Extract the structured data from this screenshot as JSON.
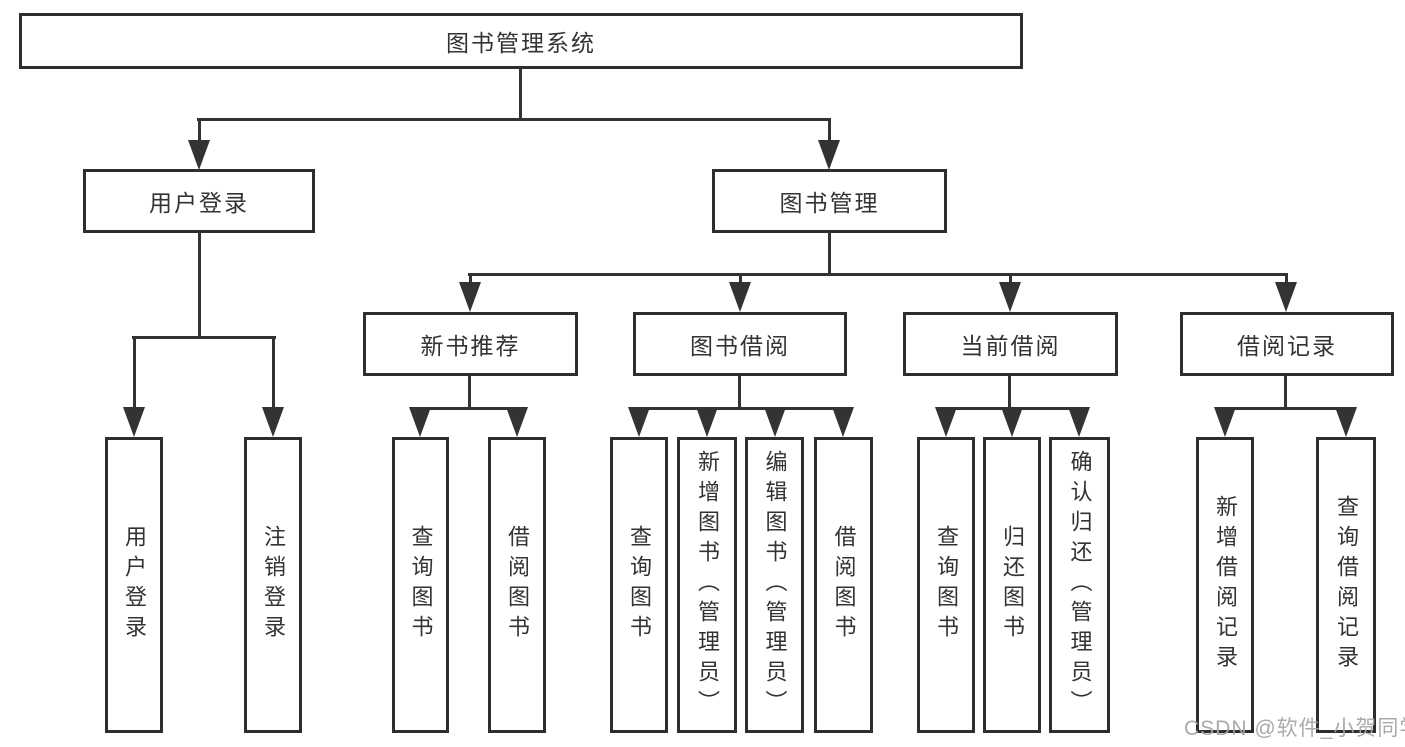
{
  "diagram_title": "图书管理系统",
  "tree": {
    "label": "图书管理系统",
    "children": [
      {
        "label": "用户登录",
        "children": [
          {
            "label": "用户登录"
          },
          {
            "label": "注销登录"
          }
        ]
      },
      {
        "label": "图书管理",
        "children": [
          {
            "label": "新书推荐",
            "children": [
              {
                "label": "查询图书"
              },
              {
                "label": "借阅图书"
              }
            ]
          },
          {
            "label": "图书借阅",
            "children": [
              {
                "label": "查询图书"
              },
              {
                "label": "新增图书（管理员）"
              },
              {
                "label": "编辑图书（管理员）"
              },
              {
                "label": "借阅图书"
              }
            ]
          },
          {
            "label": "当前借阅",
            "children": [
              {
                "label": "查询图书"
              },
              {
                "label": "归还图书"
              },
              {
                "label": "确认归还（管理员）"
              }
            ]
          },
          {
            "label": "借阅记录",
            "children": [
              {
                "label": "新增借阅记录"
              },
              {
                "label": "查询借阅记录"
              }
            ]
          }
        ]
      }
    ]
  },
  "watermark": "CSDN @软件_小贺同学",
  "colors": {
    "line": "#333333",
    "box_border": "#2e2e2e",
    "text": "#333333",
    "watermark": "#a5a5a5",
    "background": "#ffffff"
  }
}
